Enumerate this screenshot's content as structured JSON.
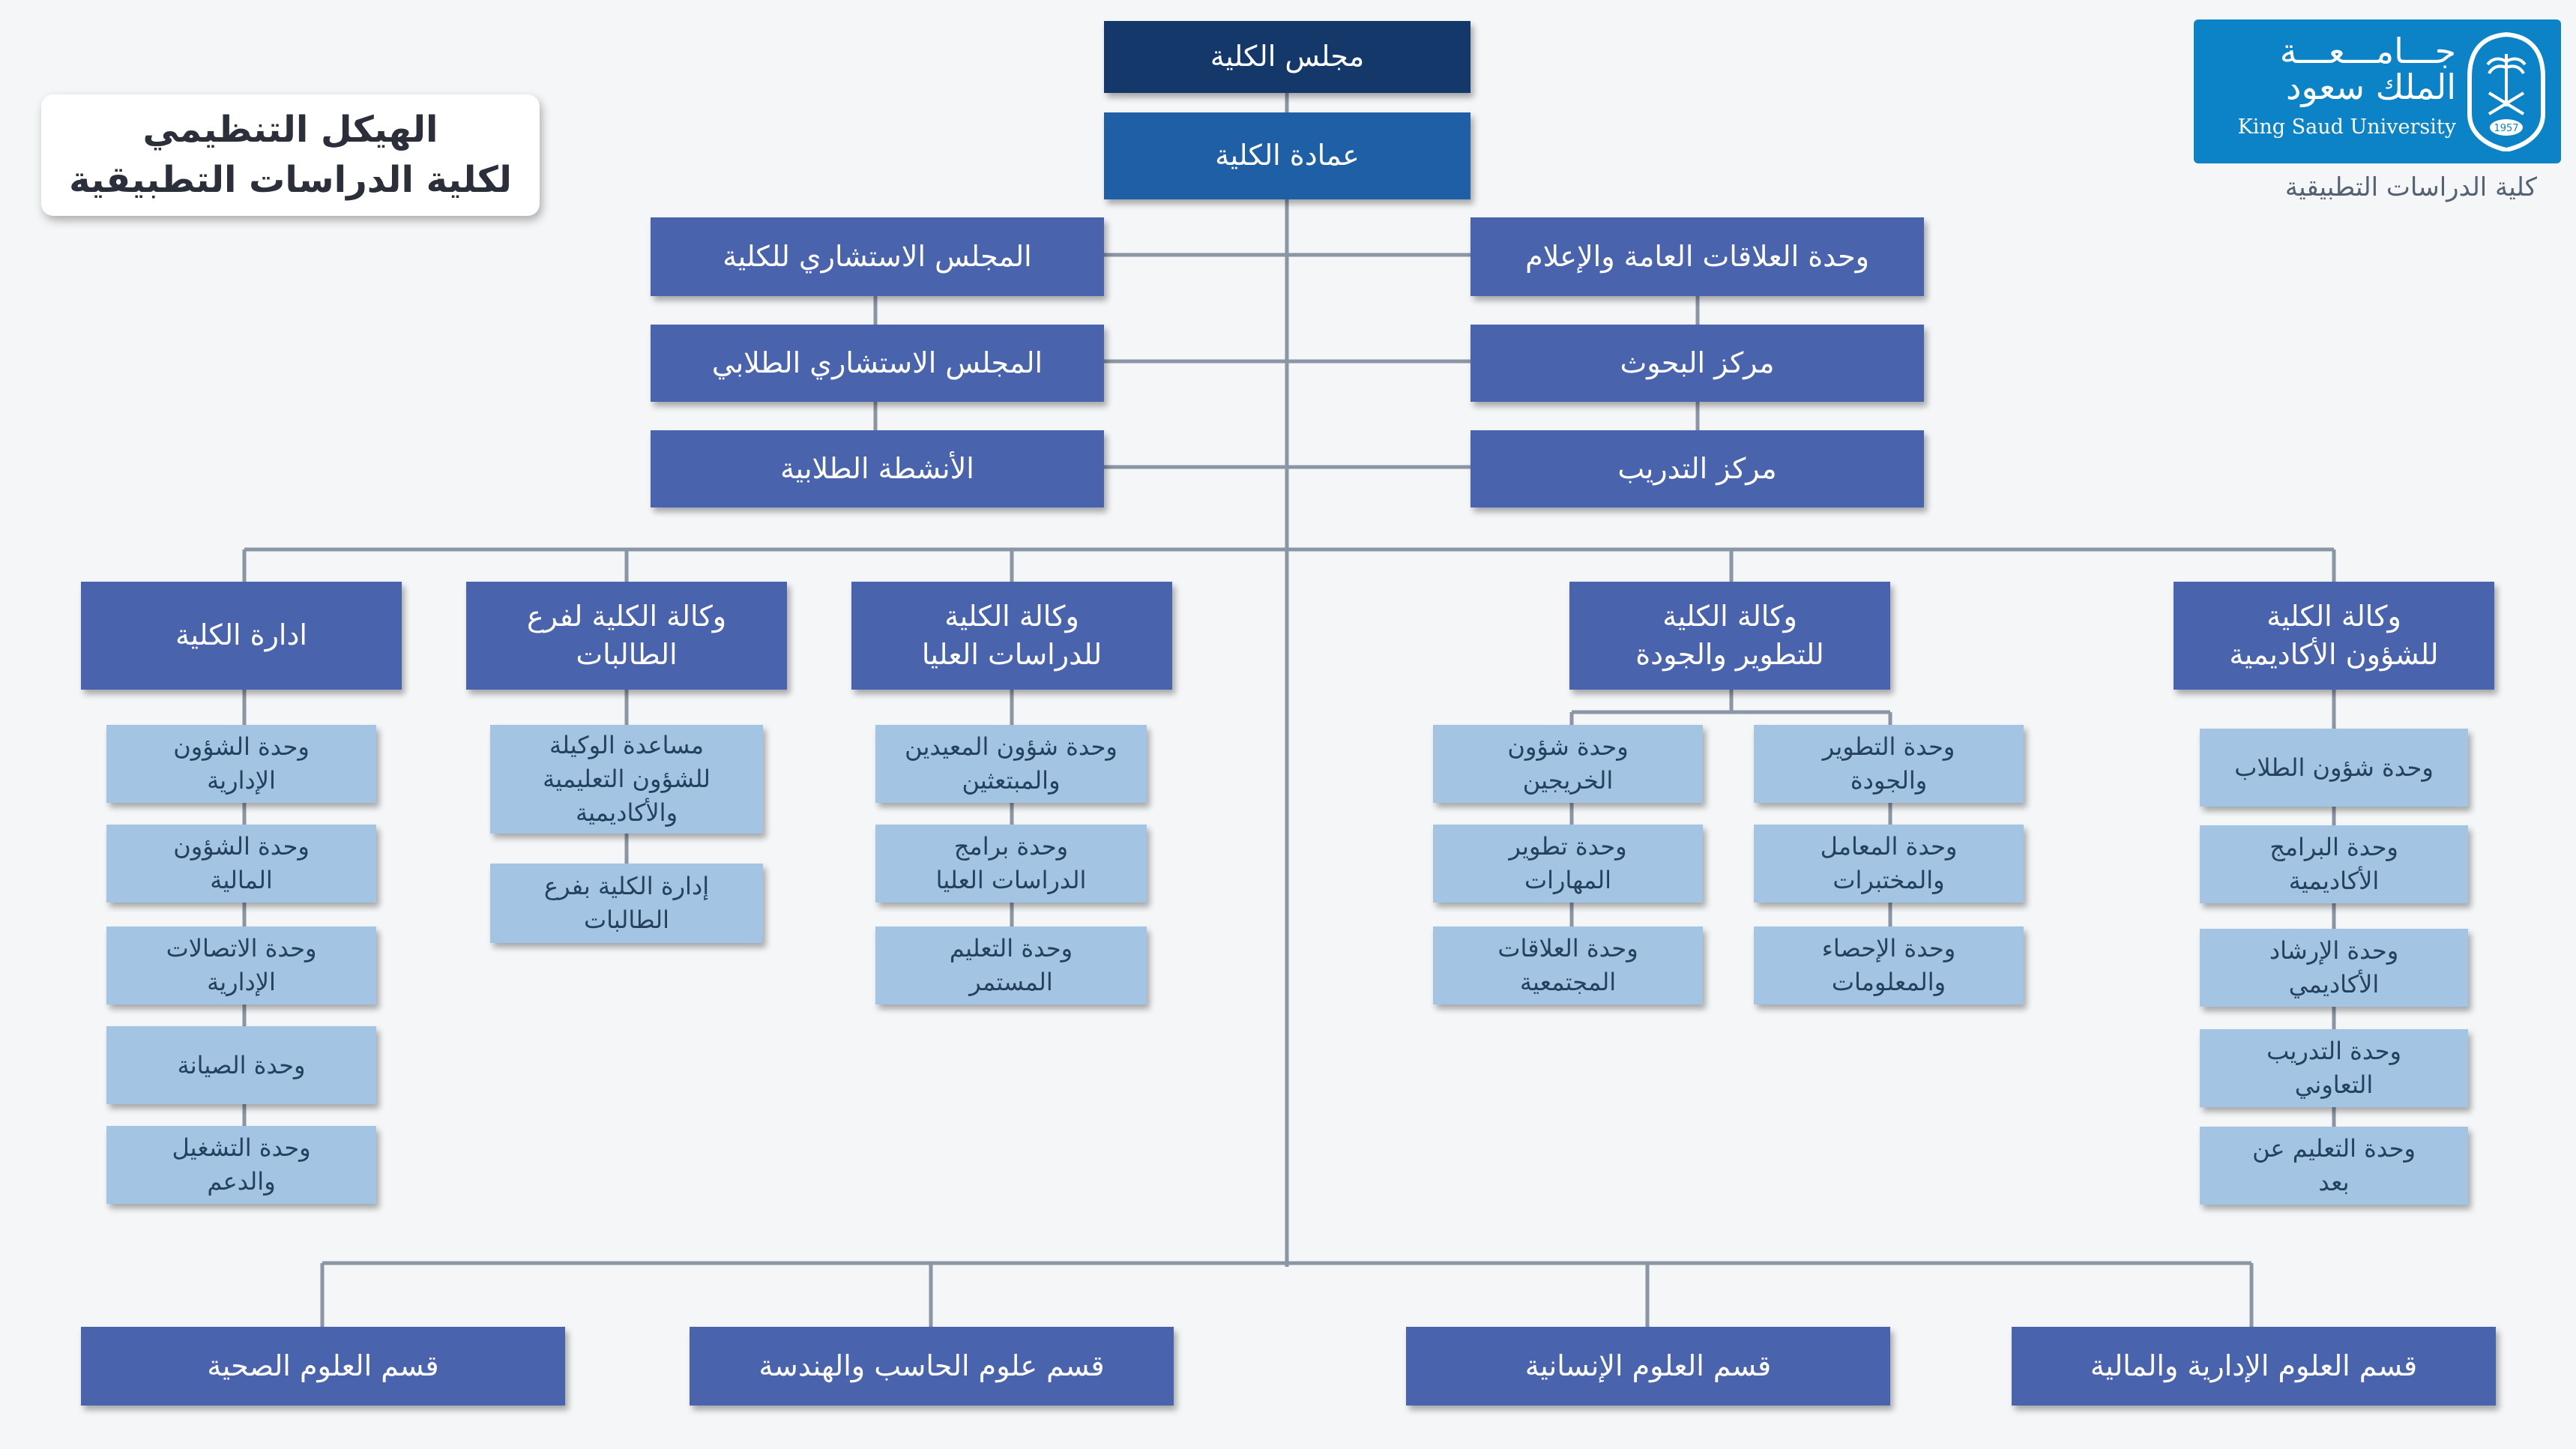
{
  "title": {
    "line1": "الهيكل التنظيمي",
    "line2": "لكلية الدراسات التطبيقية"
  },
  "logo": {
    "ar_line1": "جـــامـــعـــة",
    "ar_line2": "الملك سعود",
    "en": "King Saud University",
    "year": "1957",
    "college": "كلية الدراسات التطبيقية"
  },
  "top": {
    "council": "مجلس الكلية",
    "deanship": "عمادة الكلية"
  },
  "left_units": [
    "المجلس الاستشاري للكلية",
    "المجلس الاستشاري الطلابي",
    "الأنشطة الطلابية"
  ],
  "right_units": [
    "وحدة العلاقات العامة والإعلام",
    "مركز البحوث",
    "مركز التدريب"
  ],
  "vice": [
    {
      "label": "وكالة الكلية\nللشؤون الأكاديمية",
      "units": [
        "وحدة شؤون الطلاب",
        "وحدة البرامج\nالأكاديمية",
        "وحدة الإرشاد\nالأكاديمي",
        "وحدة التدريب\nالتعاوني",
        "وحدة التعليم عن\nبعد"
      ]
    },
    {
      "label": "وكالة الكلية\nللتطوير والجودة",
      "units_right": [
        "وحدة التطوير\nوالجودة",
        "وحدة المعامل\nوالمختبرات",
        "وحدة الإحصاء\nوالمعلومات"
      ],
      "units_left": [
        "وحدة شؤون\nالخريجين",
        "وحدة تطوير\nالمهارات",
        "وحدة العلاقات\nالمجتمعية"
      ]
    },
    {
      "label": "وكالة الكلية\nللدراسات العليا",
      "units": [
        "وحدة شؤون المعيدين\nوالمبتعثين",
        "وحدة برامج\nالدراسات العليا",
        "وحدة التعليم\nالمستمر"
      ]
    },
    {
      "label": "وكالة الكلية لفرع\nالطالبات",
      "units": [
        "مساعدة الوكيلة\nللشؤون التعليمية\nوالأكاديمية",
        "إدارة الكلية بفرع\nالطالبات"
      ]
    },
    {
      "label": "ادارة الكلية",
      "units": [
        "وحدة الشؤون\nالإدارية",
        "وحدة الشؤون\nالمالية",
        "وحدة الاتصالات\nالإدارية",
        "وحدة الصيانة",
        "وحدة التشغيل\nوالدعم"
      ]
    }
  ],
  "departments": [
    "قسم العلوم الإدارية والمالية",
    "قسم العلوم الإنسانية",
    "قسم علوم الحاسب والهندسة",
    "قسم العلوم الصحية"
  ],
  "colors": {
    "navy": "#15386a",
    "dean": "#1f5fa5",
    "unit": "#4a63ad",
    "sub_unit": "#a4c4e4",
    "line": "#8a96a3"
  }
}
